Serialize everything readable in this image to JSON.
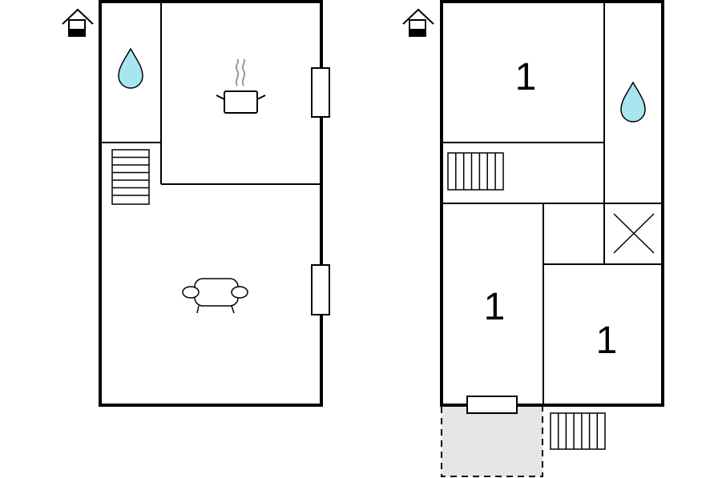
{
  "floor_plans": [
    {
      "floor_icon": "house-floor-icon",
      "floor_level": "ground",
      "rooms": [
        {
          "type": "bathroom",
          "icon": "water-drop-icon"
        },
        {
          "type": "kitchen",
          "icon": "cooking-pot-icon"
        },
        {
          "type": "stairs",
          "icon": "stairs-icon"
        },
        {
          "type": "living-room",
          "icon": "sofa-icon"
        }
      ],
      "windows": 2
    },
    {
      "floor_icon": "house-floor-icon",
      "floor_level": "upper",
      "rooms": [
        {
          "type": "bedroom",
          "beds": "1"
        },
        {
          "type": "bathroom",
          "icon": "water-drop-icon"
        },
        {
          "type": "stairs",
          "icon": "stairs-icon"
        },
        {
          "type": "void",
          "icon": "cross-icon"
        },
        {
          "type": "bedroom",
          "beds": "1"
        },
        {
          "type": "bedroom",
          "beds": "1"
        },
        {
          "type": "terrace",
          "icon": "dashed-outline"
        },
        {
          "type": "outdoor-stairs",
          "icon": "stairs-icon"
        }
      ],
      "windows": 1
    }
  ],
  "colors": {
    "wall": "#000000",
    "water": "#a8e6ef",
    "steam": "#9a9a9a",
    "terrace": "#e6e6e6"
  }
}
